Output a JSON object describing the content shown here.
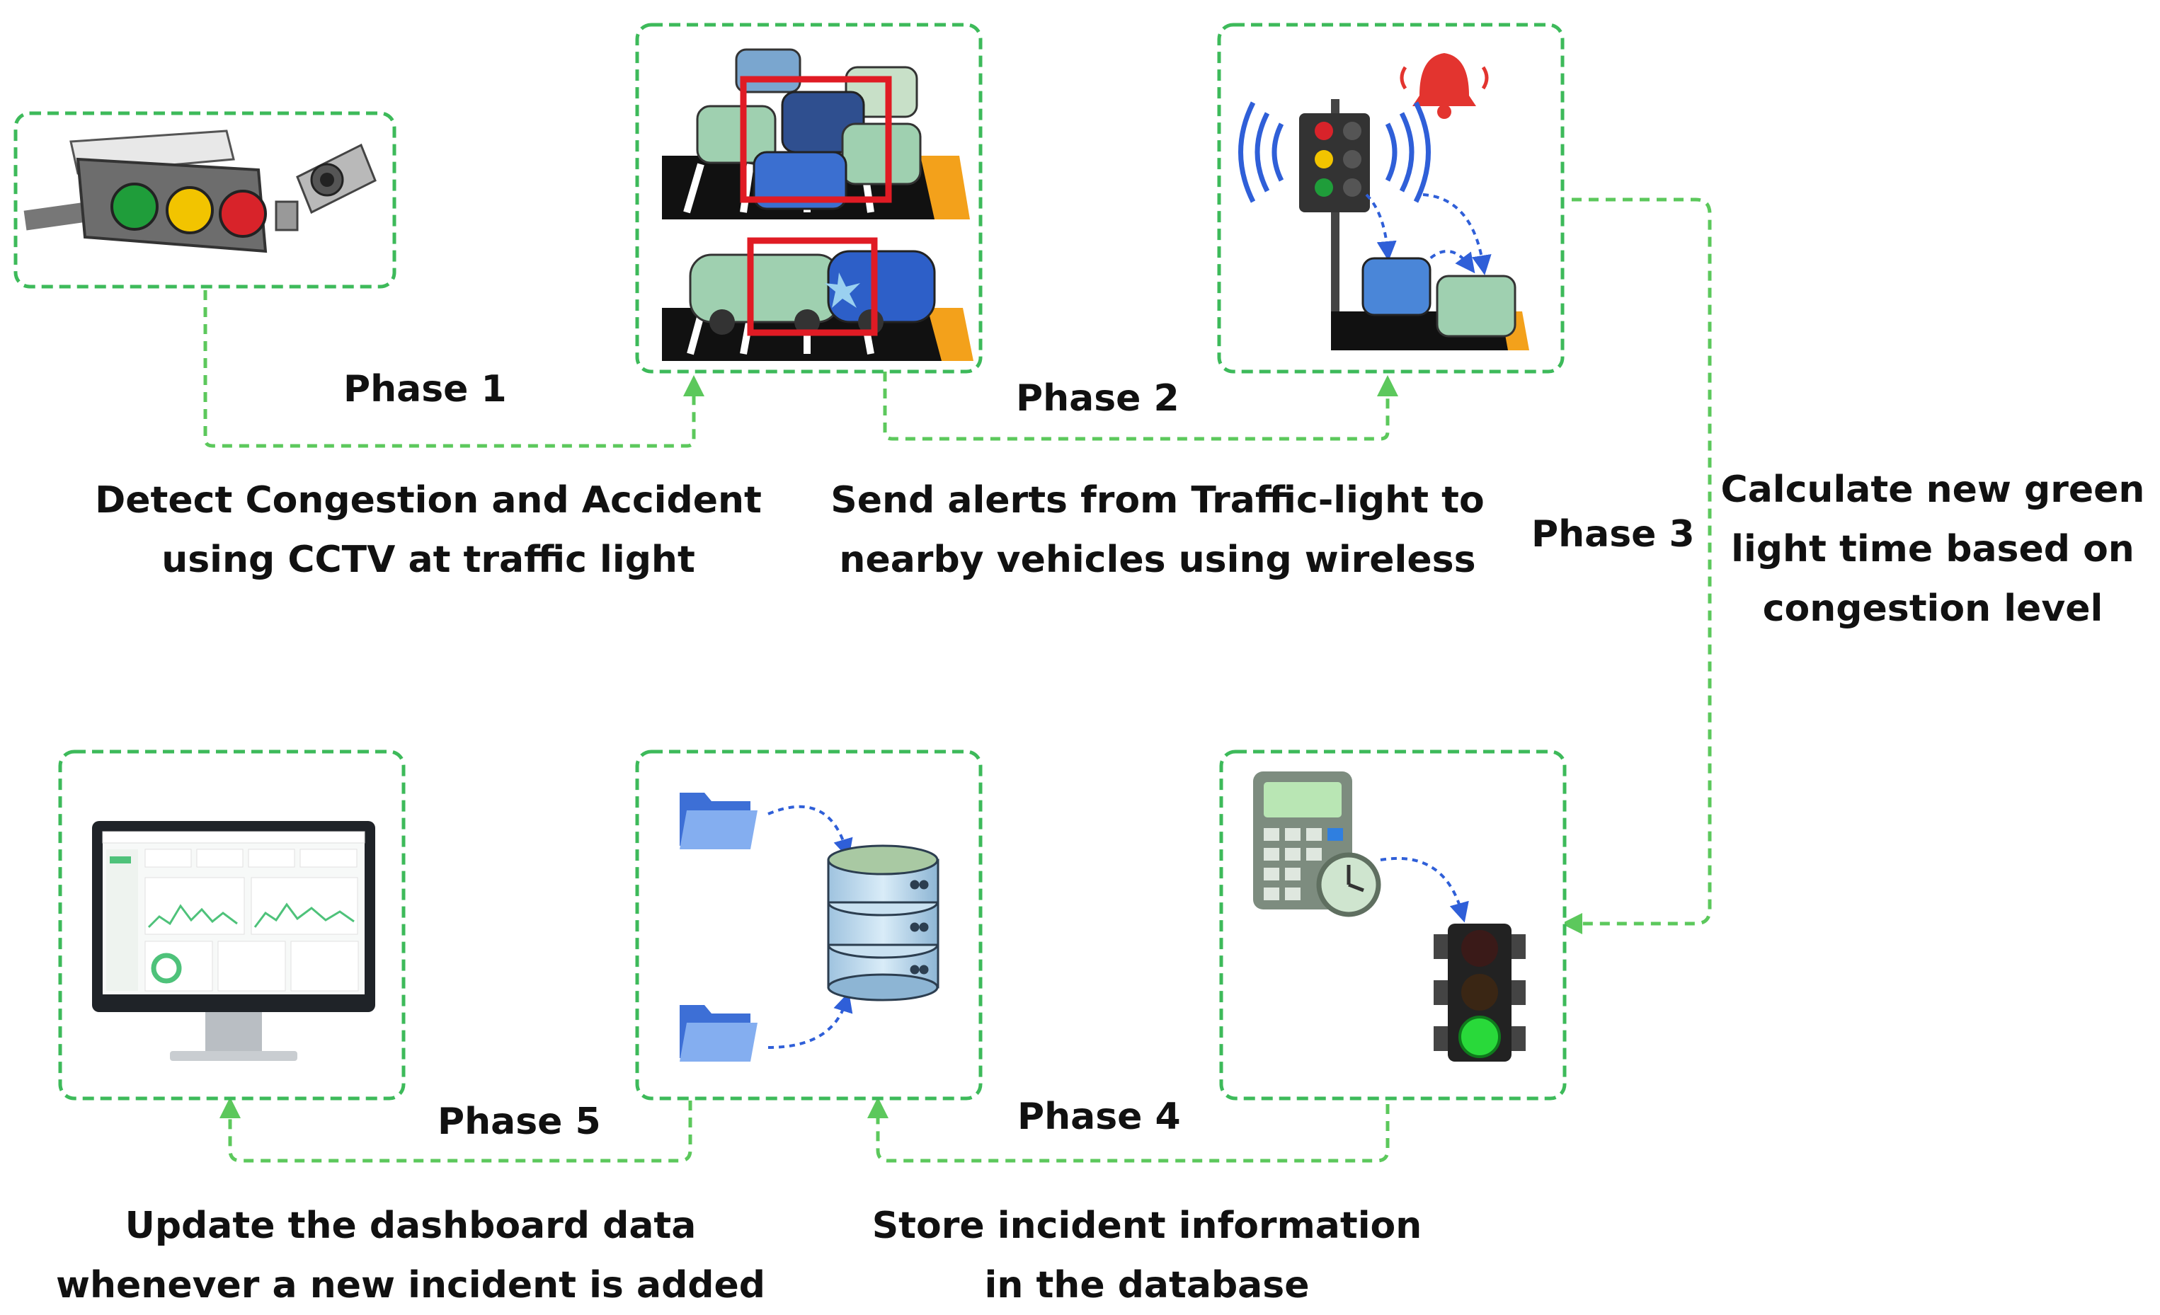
{
  "colors": {
    "connector_green": "#5cc85c",
    "box_border_green": "#3dba5a",
    "detection_red": "#e01b24",
    "alert_blue": "#2f5fd8",
    "alarm_red": "#e3342f"
  },
  "phases": [
    {
      "label": "Phase 1",
      "description": [
        "Detect Congestion and Accident",
        "using CCTV at traffic light"
      ],
      "icon": "cctv-traffic-light-icon"
    },
    {
      "label": "Phase 2",
      "description": [
        "Send alerts from Traffic-light to",
        "nearby vehicles using wireless"
      ],
      "icon": "congestion-accident-detection-icon"
    },
    {
      "label": "Phase 3",
      "description": [
        "Calculate new green",
        "light time based on",
        "congestion level"
      ],
      "icon": "wireless-alert-traffic-light-icon"
    },
    {
      "label": "Phase 4",
      "description": [
        "Store incident information",
        "in the database"
      ],
      "icon": "calculator-clock-green-light-icon"
    },
    {
      "label": "Phase 5",
      "description": [
        "Update the dashboard data",
        "whenever a new incident is added"
      ],
      "icon": "database-folders-icon"
    }
  ],
  "dashboard_icon": "monitor-dashboard-icon"
}
